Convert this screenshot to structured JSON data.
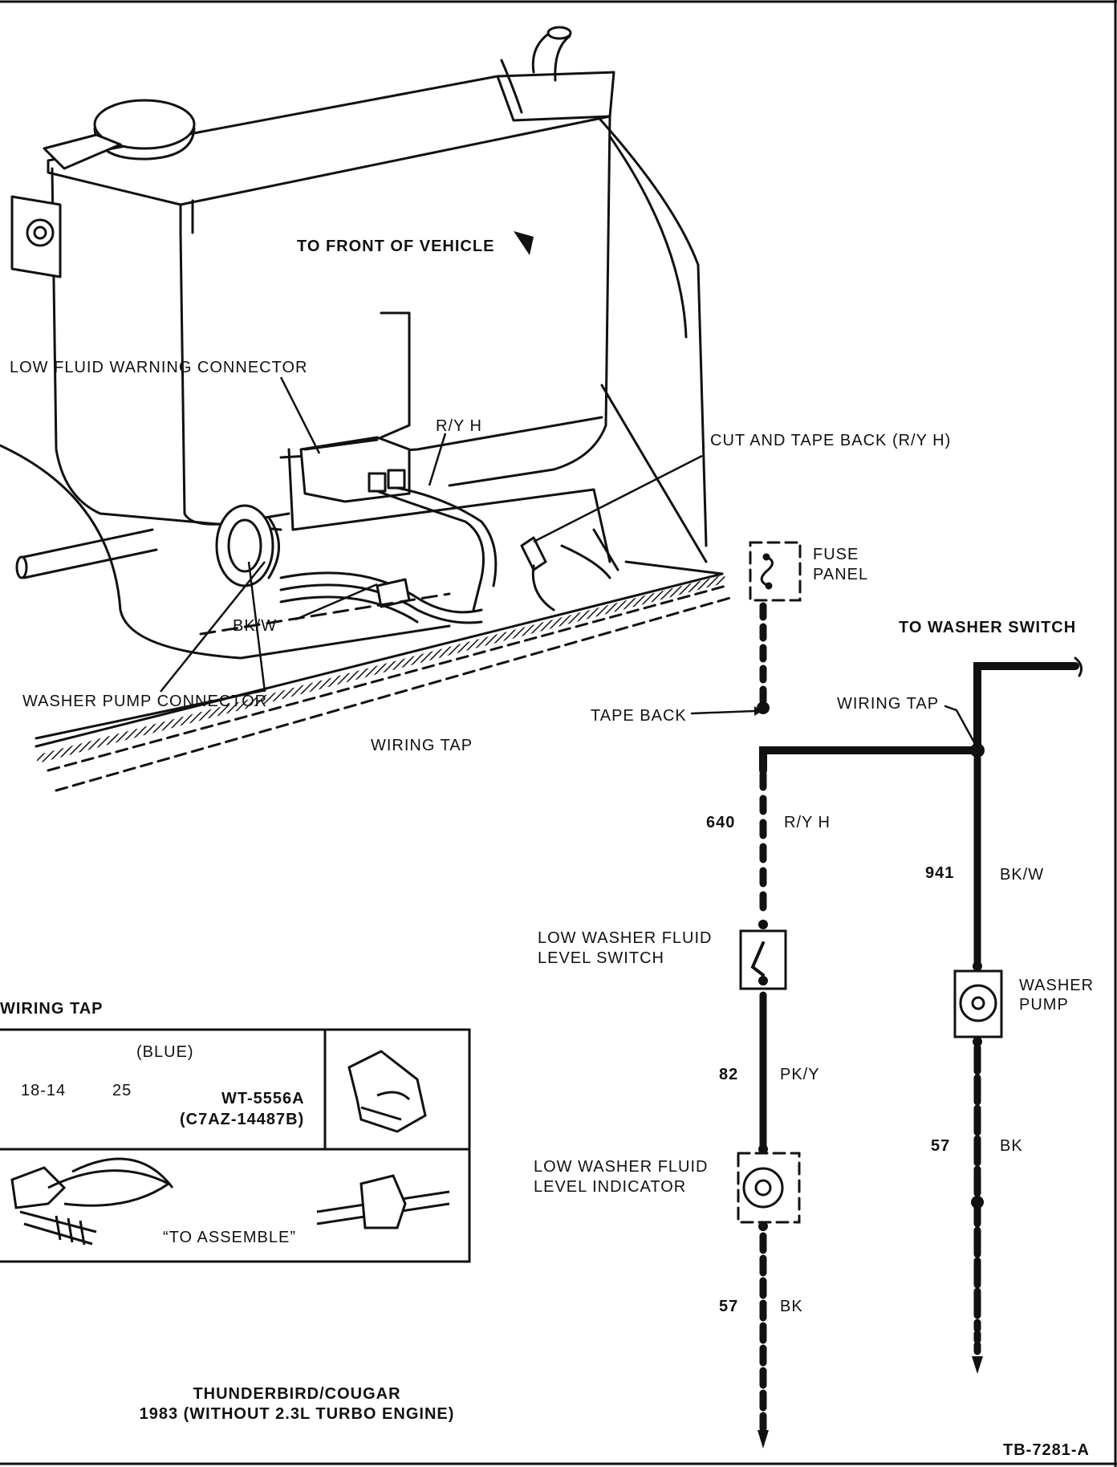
{
  "labels": {
    "to_front": "TO FRONT OF VEHICLE",
    "low_fluid_connector": "LOW FLUID WARNING CONNECTOR",
    "ryh_top": "R/Y H",
    "cut_tape": "CUT AND TAPE BACK (R/Y H)",
    "fuse_panel_1": "FUSE",
    "fuse_panel_2": "PANEL",
    "to_washer_switch": "TO WASHER SWITCH",
    "bkw_left": "BK/W",
    "washer_pump_connector": "WASHER PUMP CONNECTOR",
    "wiring_tap_main": "WIRING TAP",
    "tape_back": "TAPE BACK",
    "wiring_tap_right": "WIRING TAP",
    "wire_640": "640",
    "ryh_right": "R/Y H",
    "wire_941": "941",
    "bkw_right": "BK/W",
    "switch_1": "LOW WASHER FLUID",
    "switch_2": "LEVEL SWITCH",
    "pump_1": "WASHER",
    "pump_2": "PUMP",
    "wire_82": "82",
    "pky": "PK/Y",
    "wire_57_right": "57",
    "bk_right": "BK",
    "indicator_1": "LOW WASHER FLUID",
    "indicator_2": "LEVEL INDICATOR",
    "wire_57_left": "57",
    "bk_left": "BK",
    "caption_1": "THUNDERBIRD/COUGAR",
    "caption_2": "1983 (WITHOUT 2.3L TURBO ENGINE)",
    "figure_code": "TB-7281-A"
  },
  "tap_table": {
    "title": "WIRING TAP",
    "color": "(BLUE)",
    "gauge": "18-14",
    "qty": "25",
    "part_1": "WT-5556A",
    "part_2": "(C7AZ-14487B)",
    "assemble": "“TO ASSEMBLE”"
  }
}
